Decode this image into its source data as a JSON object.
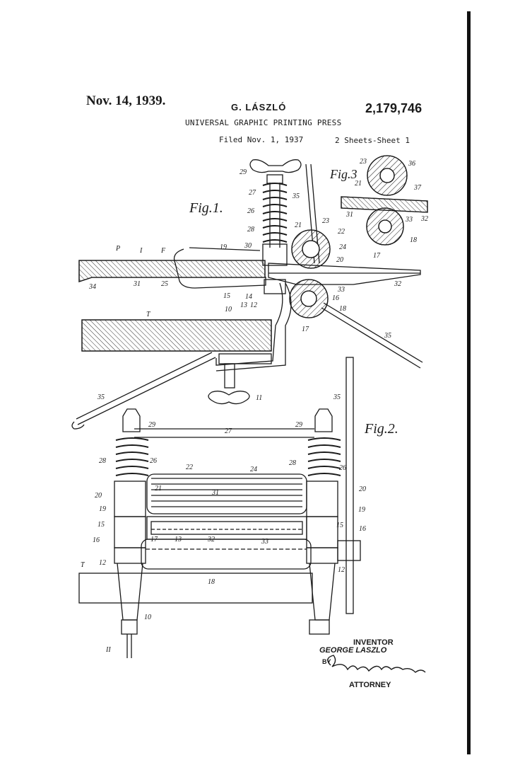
{
  "header": {
    "date": "Nov. 14, 1939.",
    "inventor_short": "G. LÁSZLÓ",
    "patent_number": "2,179,746",
    "title": "UNIVERSAL GRAPHIC PRINTING PRESS",
    "filed": "Filed Nov. 1, 1937",
    "sheets": "2 Sheets-Sheet 1"
  },
  "figures": {
    "fig1": "Fig.1.",
    "fig2": "Fig.2.",
    "fig3": "Fig.3"
  },
  "reference_numerals": {
    "fig1": [
      "29",
      "27",
      "35",
      "26",
      "28",
      "21",
      "23",
      "22",
      "30",
      "19",
      "P",
      "I",
      "F",
      "24",
      "20",
      "34",
      "31",
      "25",
      "15",
      "14",
      "13",
      "12",
      "16",
      "33",
      "32",
      "10",
      "T",
      "18",
      "17",
      "35",
      "11",
      "35"
    ],
    "fig3": [
      "23",
      "36",
      "21",
      "37",
      "31",
      "32",
      "33",
      "18",
      "17"
    ],
    "fig2": [
      "35",
      "29",
      "27",
      "29",
      "28",
      "26",
      "28",
      "26",
      "22",
      "24",
      "20",
      "21",
      "31",
      "20",
      "19",
      "19",
      "15",
      "15",
      "16",
      "16",
      "17",
      "13",
      "32",
      "33",
      "12",
      "12",
      "T",
      "18",
      "10",
      "II"
    ]
  },
  "signature": {
    "inventor_label": "INVENTOR",
    "inventor_name": "GEORGE LASZLO",
    "by": "BY",
    "attorney_signature": "Leroy Freeman",
    "attorney_label": "ATTORNEY"
  },
  "colors": {
    "ink": "#1a1a1a",
    "paper": "#ffffff"
  }
}
